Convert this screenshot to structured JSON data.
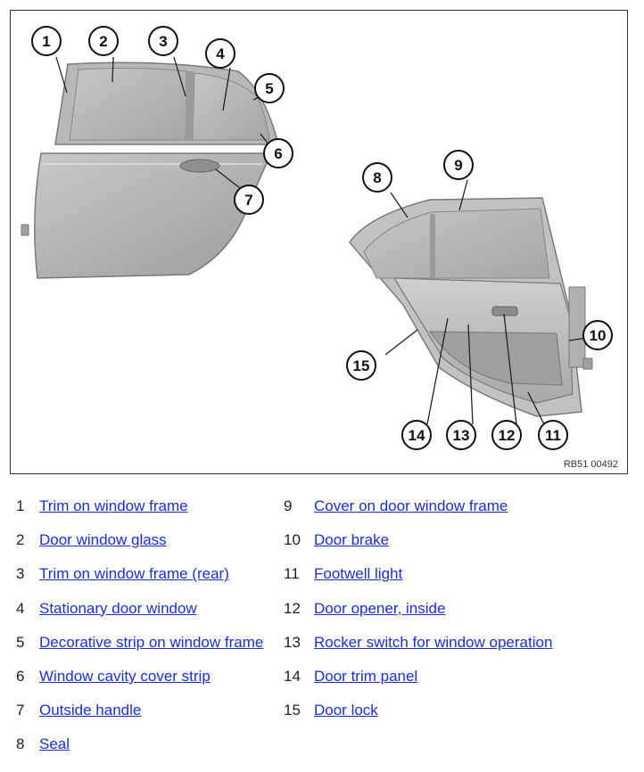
{
  "figure": {
    "code": "RB51 00492",
    "callouts": [
      "1",
      "2",
      "3",
      "4",
      "5",
      "6",
      "7",
      "8",
      "9",
      "10",
      "11",
      "12",
      "13",
      "14",
      "15"
    ]
  },
  "legend": [
    {
      "num": "1",
      "label": "Trim on window frame"
    },
    {
      "num": "2",
      "label": "Door window glass"
    },
    {
      "num": "3",
      "label": "Trim on window frame (rear)"
    },
    {
      "num": "4",
      "label": "Stationary door window"
    },
    {
      "num": "5",
      "label": "Decorative strip on window frame"
    },
    {
      "num": "6",
      "label": "Window cavity cover strip"
    },
    {
      "num": "7",
      "label": "Outside handle"
    },
    {
      "num": "8",
      "label": "Seal"
    },
    {
      "num": "9",
      "label": "Cover on door window frame"
    },
    {
      "num": "10",
      "label": "Door brake"
    },
    {
      "num": "11",
      "label": "Footwell light"
    },
    {
      "num": "12",
      "label": "Door opener, inside"
    },
    {
      "num": "13",
      "label": "Rocker switch for window operation"
    },
    {
      "num": "14",
      "label": "Door trim panel"
    },
    {
      "num": "15",
      "label": "Door lock"
    }
  ]
}
